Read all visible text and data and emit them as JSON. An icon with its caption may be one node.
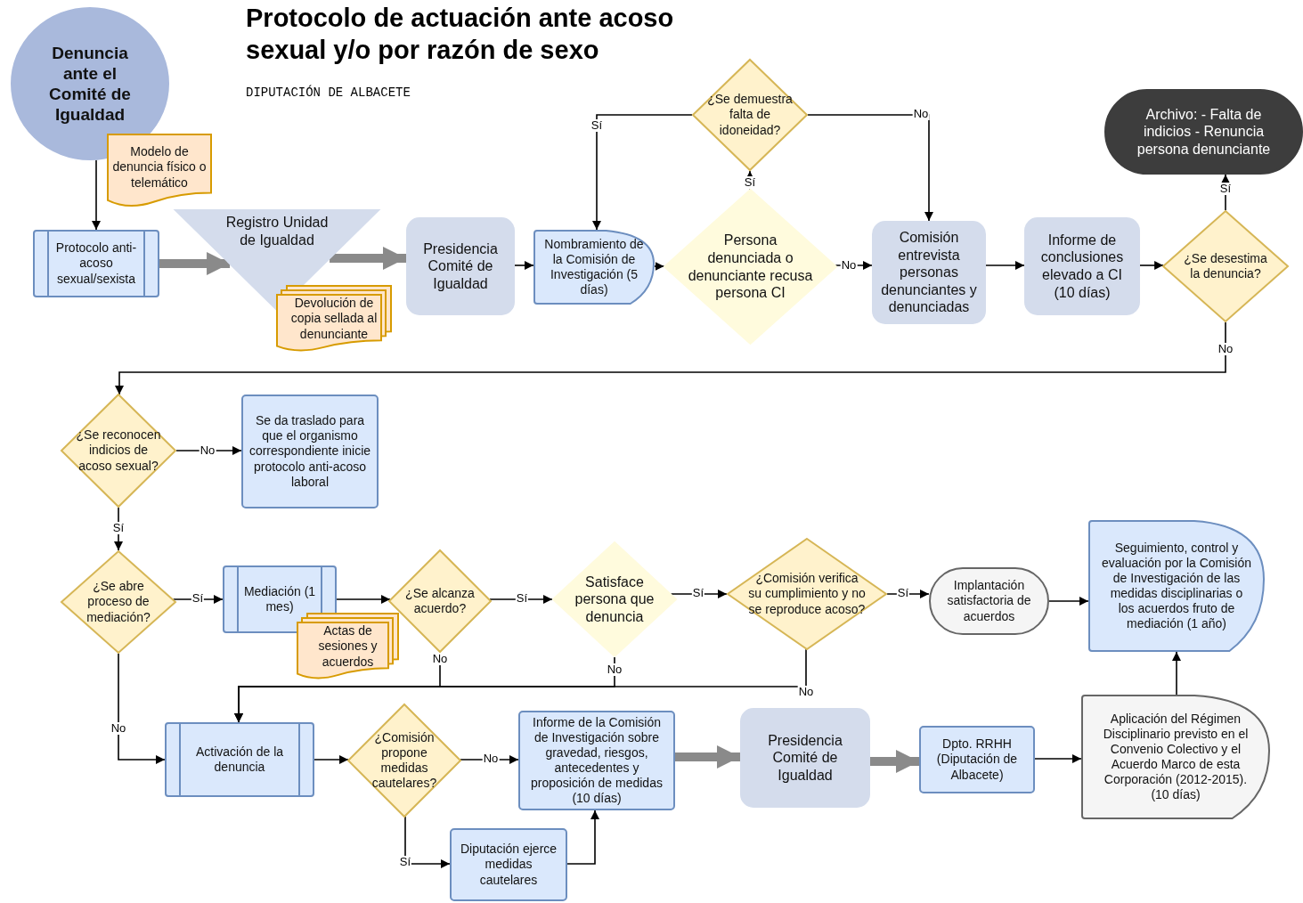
{
  "diagram": {
    "title": "Protocolo de actuación ante acoso sexual y/o por razón de sexo",
    "nodes": [
      {
        "text": [
          "Denuncia ante el Comité de Igualdad"
        ]
      },
      {
        "text": [
          "Modelo de denuncia físico o telemático"
        ]
      },
      {
        "text": [
          "Protocolo anti-acoso sexual/sexista"
        ]
      },
      {
        "text": [
          "Registro Unidad de Igualdad"
        ]
      },
      {
        "text": [
          "Devolución de copia sellada al denunciante"
        ]
      },
      {
        "text": [
          "Presidencia Comité de Igualdad"
        ]
      },
      {
        "text": [
          "Nombramiento de la Comisión de Investigación (5 días)"
        ]
      },
      {
        "text": [
          "Persona denunciada o denunciante recusa persona CI"
        ]
      },
      {
        "text": [
          "¿Se demuestra falta de idoneidad?"
        ]
      },
      {
        "text": [
          "Comisión entrevista personas denunciantes y denunciadas"
        ]
      },
      {
        "text": [
          "Informe de conclusiones elevado a CI (10 días)"
        ]
      },
      {
        "text": [
          "¿Se desestima la denuncia?"
        ]
      },
      {
        "text": [
          "Archivo: - Falta de indicios - Renuncia persona denunciante"
        ]
      },
      {
        "text": [
          "¿Se reconocen indicios de acoso sexual?"
        ]
      },
      {
        "text": [
          "Se da traslado para que el organismo correspondiente inicie protocolo anti-acoso laboral"
        ]
      },
      {
        "text": [
          "¿Se abre proceso de mediación?"
        ]
      },
      {
        "text": [
          "Mediación (1 mes)"
        ]
      },
      {
        "text": [
          "Actas de sesiones y acuerdos"
        ]
      },
      {
        "text": [
          "¿Se alcanza acuerdo?"
        ]
      },
      {
        "text": [
          "Satisface persona que denuncia"
        ]
      },
      {
        "text": [
          "¿Comisión verifica su cumplimiento y no se reproduce acoso?"
        ]
      },
      {
        "text": [
          "Implantación satisfactoria de acuerdos"
        ]
      },
      {
        "text": [
          "Seguimiento, control y evaluación por la Comisión de Investigación de las medidas disciplinarias o los acuerdos fruto de mediación (1 año)"
        ]
      },
      {
        "text": [
          "Activación de la denuncia"
        ]
      },
      {
        "text": [
          "¿Comisión propone medidas cautelares?"
        ]
      },
      {
        "text": [
          "Informe de la Comisión de Investigación sobre gravedad, riesgos, antecedentes y proposición de medidas (10 días)"
        ]
      },
      {
        "text": [
          "Diputación ejerce medidas cautelares"
        ]
      },
      {
        "text": [
          "Presidencia Comité de Igualdad"
        ]
      },
      {
        "text": [
          "Dpto. RRHH (Diputación de Albacete)"
        ]
      },
      {
        "text": [
          "Aplicación del Régimen Disciplinario previsto en el Convenio Colectivo y el Acuerdo Marco de esta Corporación (2012-2015). (10 días)"
        ]
      }
    ],
    "edges": [
      {
        "from": 0,
        "to": 2,
        "arrow": "to"
      },
      {
        "from": 2,
        "to": 3,
        "arrow": "to",
        "style": "thick",
        "color": "#8a8a8a"
      },
      {
        "from": 3,
        "to": 5,
        "arrow": "to",
        "style": "thick",
        "color": "#8a8a8a"
      },
      {
        "from": 5,
        "to": 6,
        "arrow": "to"
      },
      {
        "from": 6,
        "to": 7,
        "arrow": "to"
      },
      {
        "from": 7,
        "to": 8,
        "arrow": "to",
        "label": "Sí"
      },
      {
        "from": 8,
        "to": 6,
        "arrow": "to",
        "label": "Sí"
      },
      {
        "from": 8,
        "to": 9,
        "arrow": "to",
        "label": "No"
      },
      {
        "from": 7,
        "to": 9,
        "arrow": "to",
        "label": "No"
      },
      {
        "from": 9,
        "to": 10,
        "arrow": "to"
      },
      {
        "from": 10,
        "to": 11,
        "arrow": "to"
      },
      {
        "from": 11,
        "to": 12,
        "arrow": "to",
        "label": "Sí"
      },
      {
        "from": 11,
        "to": 13,
        "arrow": "to",
        "label": "No"
      },
      {
        "from": 13,
        "to": 14,
        "arrow": "to",
        "label": "No"
      },
      {
        "from": 13,
        "to": 15,
        "arrow": "to",
        "label": "Sí"
      },
      {
        "from": 15,
        "to": 16,
        "arrow": "to",
        "label": "Sí"
      },
      {
        "from": 15,
        "to": 23,
        "arrow": "to",
        "label": "No"
      },
      {
        "from": 16,
        "to": 18,
        "arrow": "to"
      },
      {
        "from": 18,
        "to": 19,
        "arrow": "to",
        "label": "Sí"
      },
      {
        "from": 18,
        "to": 23,
        "arrow": "to",
        "label": "No"
      },
      {
        "from": 19,
        "to": 20,
        "arrow": "to",
        "label": "Sí"
      },
      {
        "from": 19,
        "to": 23,
        "arrow": "to",
        "label": "No"
      },
      {
        "from": 20,
        "to": 21,
        "arrow": "to",
        "label": "Sí"
      },
      {
        "from": 20,
        "to": 23,
        "arrow": "to",
        "label": "No"
      },
      {
        "from": 21,
        "to": 22,
        "arrow": "to"
      },
      {
        "from": 23,
        "to": 24,
        "arrow": "to"
      },
      {
        "from": 24,
        "to": 25,
        "arrow": "to",
        "label": "No"
      },
      {
        "from": 24,
        "to": 26,
        "arrow": "to",
        "label": "Sí"
      },
      {
        "from": 26,
        "to": 25,
        "arrow": "to"
      },
      {
        "from": 25,
        "to": 27,
        "arrow": "to",
        "style": "thick",
        "color": "#8a8a8a"
      },
      {
        "from": 27,
        "to": 28,
        "arrow": "to",
        "style": "thick",
        "color": "#8a8a8a"
      },
      {
        "from": 28,
        "to": 29,
        "arrow": "to"
      },
      {
        "from": 29,
        "to": 22,
        "arrow": "to"
      }
    ],
    "labels": [
      "DIPUTACIÓN DE ALBACETE"
    ]
  }
}
